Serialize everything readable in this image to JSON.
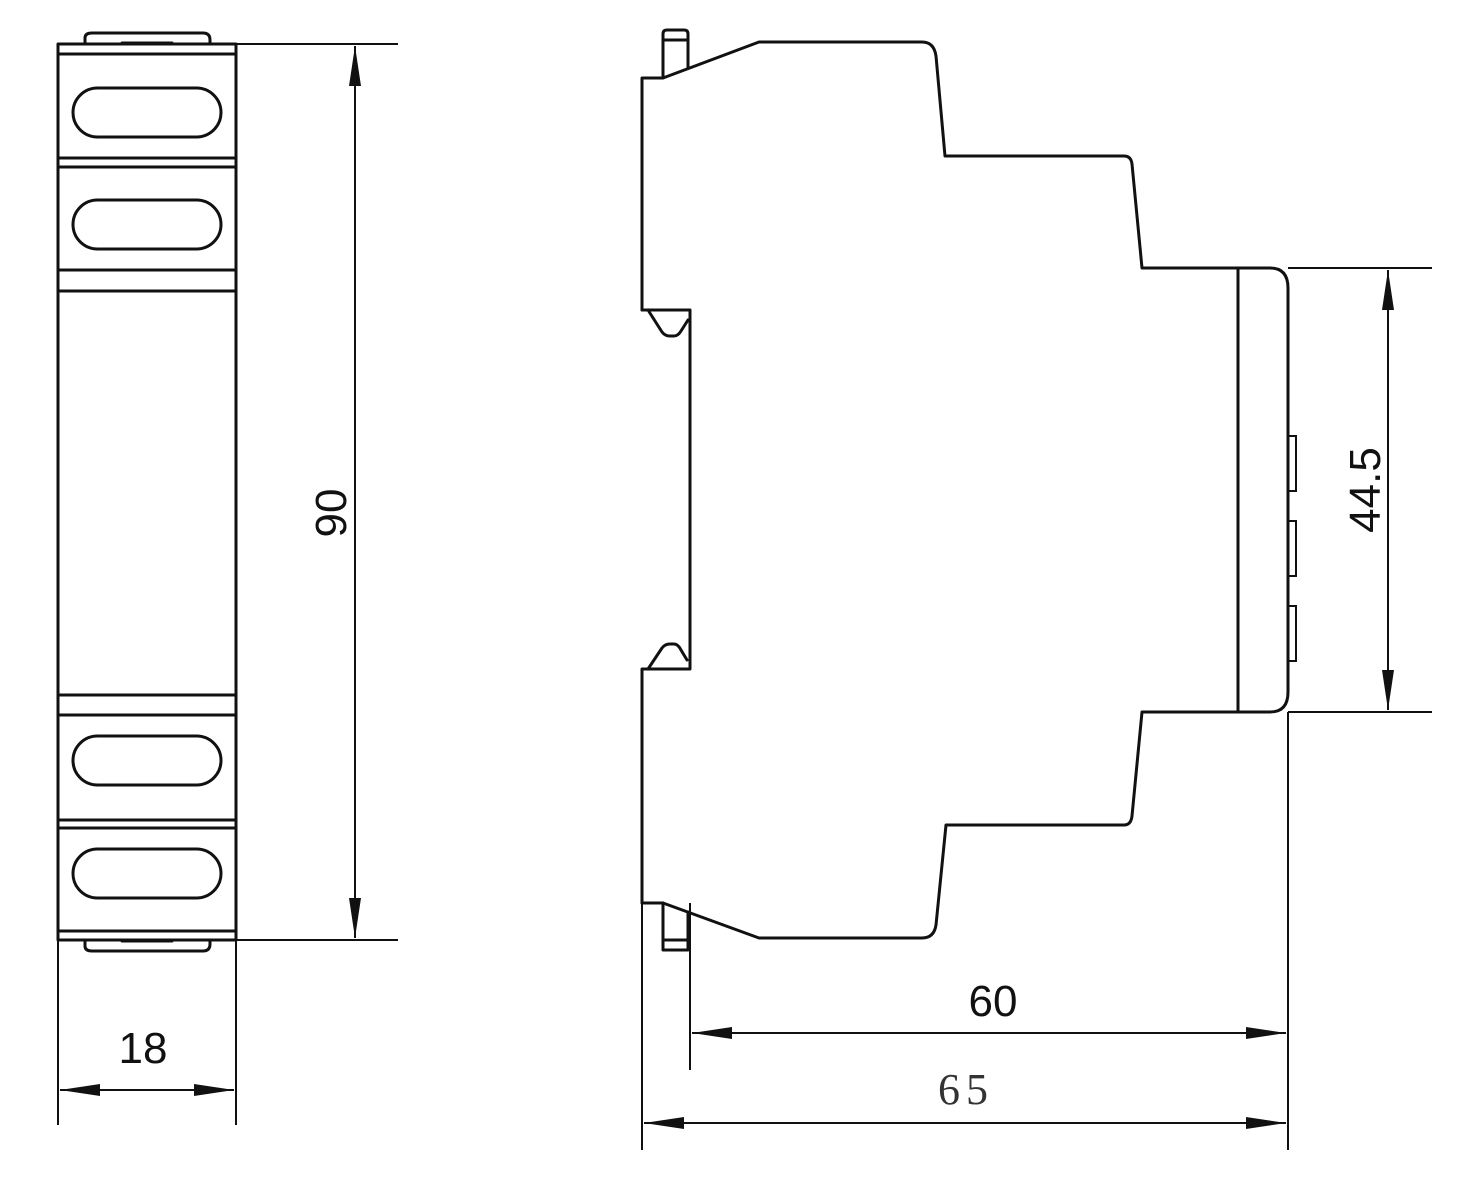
{
  "title": "DIN rail module dimension drawing",
  "views": [
    "front-view",
    "side-view"
  ],
  "dimensions": {
    "height": "90",
    "width": "18",
    "front_plate_height": "44.5",
    "depth_body": "60",
    "depth_total": "65"
  },
  "colors": {
    "line": "#111111",
    "background": "#ffffff"
  }
}
